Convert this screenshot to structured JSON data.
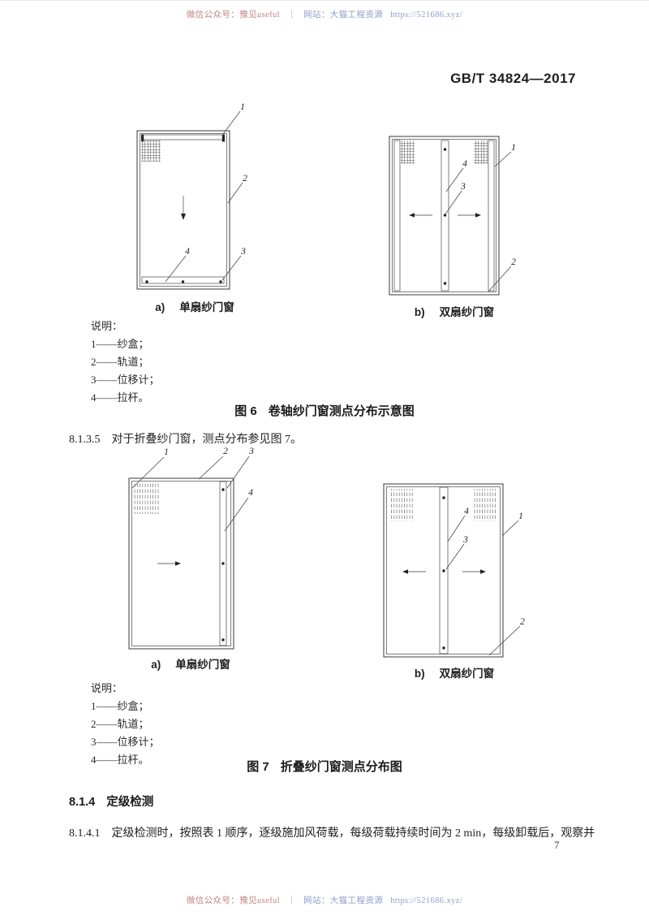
{
  "watermarks": {
    "top": {
      "left": "微信公众号：豫见useful",
      "sep": "｜",
      "right": "网站：大猫工程资源",
      "url": "https://521686.xyz/"
    },
    "bottom": {
      "left": "微信公众号：豫见useful",
      "sep": "｜",
      "right": "网站：大猫工程资源",
      "url": "https://521686.xyz/"
    }
  },
  "header": {
    "standard_number": "GB/T 34824—2017"
  },
  "figure6": {
    "caption_label": "图 6",
    "caption_text": "卷轴纱门窗测点分布示意图",
    "a": {
      "label": "a)",
      "title": "单扇纱门窗",
      "callouts": {
        "c1": "1",
        "c2": "2",
        "c3": "3",
        "c4": "4"
      }
    },
    "b": {
      "label": "b)",
      "title": "双扇纱门窗",
      "callouts": {
        "c1": "1",
        "c2": "2",
        "c3": "3",
        "c4": "4"
      }
    }
  },
  "legend1": {
    "title": "说明：",
    "items": [
      "1——纱盒；",
      "2——轨道；",
      "3——位移计；",
      "4——拉杆。"
    ]
  },
  "section_8135": {
    "number": "8.1.3.5",
    "text": "对于折叠纱门窗，测点分布参见图 7。"
  },
  "figure7": {
    "caption_label": "图 7",
    "caption_text": "折叠纱门窗测点分布图",
    "a": {
      "label": "a)",
      "title": "单扇纱门窗",
      "callouts": {
        "c1": "1",
        "c2": "2",
        "c3": "3",
        "c4": "4"
      }
    },
    "b": {
      "label": "b)",
      "title": "双扇纱门窗",
      "callouts": {
        "c1": "1",
        "c2": "2",
        "c3": "3",
        "c4": "4"
      }
    }
  },
  "legend2": {
    "title": "说明：",
    "items": [
      "1——纱盒；",
      "2——轨道；",
      "3——位移计；",
      "4——拉杆。"
    ]
  },
  "section_814": {
    "number": "8.1.4",
    "title": "定级检测"
  },
  "section_8141": {
    "number": "8.1.4.1",
    "text": "定级检测时，按照表 1 顺序，逐级施加风荷载，每级荷载持续时间为 2 min，每级卸载后，观察并"
  },
  "page_number": "7",
  "colors": {
    "watermark_red": "#c08484",
    "watermark_blue": "#8fa0c9",
    "ink": "#262626",
    "line": "#3a3a3a"
  }
}
